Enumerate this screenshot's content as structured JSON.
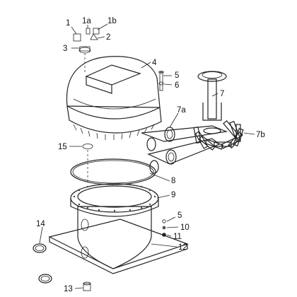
{
  "callouts": {
    "c1": "1",
    "c1a": "1a",
    "c1b": "1b",
    "c2": "2",
    "c3": "3",
    "c4": "4",
    "c5a": "5",
    "c6": "6",
    "c7": "7",
    "c7a": "7a",
    "c7b": "7b",
    "c15": "15",
    "c8": "8",
    "c9": "9",
    "c5b": "5",
    "c10": "10",
    "c11": "11",
    "c12": "12",
    "c14": "14",
    "c13": "13"
  }
}
